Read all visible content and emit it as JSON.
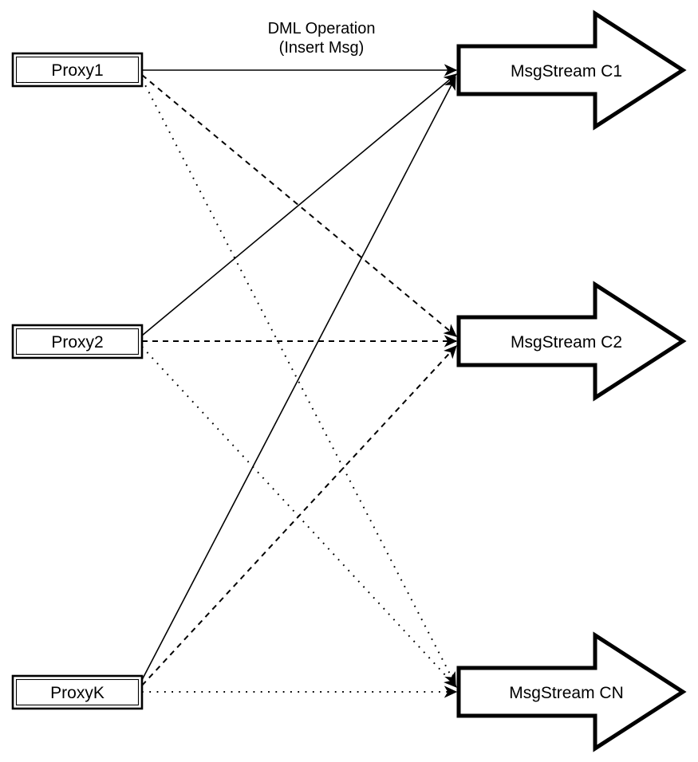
{
  "title": {
    "line1": "DML Operation",
    "line2": "(Insert Msg)"
  },
  "nodes": {
    "proxies": [
      {
        "id": "proxy1",
        "label": "Proxy1"
      },
      {
        "id": "proxy2",
        "label": "Proxy2"
      },
      {
        "id": "proxyk",
        "label": "ProxyK"
      }
    ],
    "streams": [
      {
        "id": "msgstream-c1",
        "label": "MsgStream C1"
      },
      {
        "id": "msgstream-c2",
        "label": "MsgStream C2"
      },
      {
        "id": "msgstream-cn",
        "label": "MsgStream CN"
      }
    ]
  },
  "edges": [
    {
      "from": "Proxy1",
      "to": "MsgStream C1",
      "style": "solid"
    },
    {
      "from": "Proxy1",
      "to": "MsgStream C2",
      "style": "dashed"
    },
    {
      "from": "Proxy1",
      "to": "MsgStream CN",
      "style": "dotted"
    },
    {
      "from": "Proxy2",
      "to": "MsgStream C1",
      "style": "solid"
    },
    {
      "from": "Proxy2",
      "to": "MsgStream C2",
      "style": "dashed"
    },
    {
      "from": "Proxy2",
      "to": "MsgStream CN",
      "style": "dotted"
    },
    {
      "from": "ProxyK",
      "to": "MsgStream C1",
      "style": "solid"
    },
    {
      "from": "ProxyK",
      "to": "MsgStream C2",
      "style": "dashed"
    },
    {
      "from": "ProxyK",
      "to": "MsgStream CN",
      "style": "dotted"
    }
  ],
  "colors": {
    "stroke": "#000000",
    "fill": "#ffffff",
    "background": "#ffffff"
  }
}
